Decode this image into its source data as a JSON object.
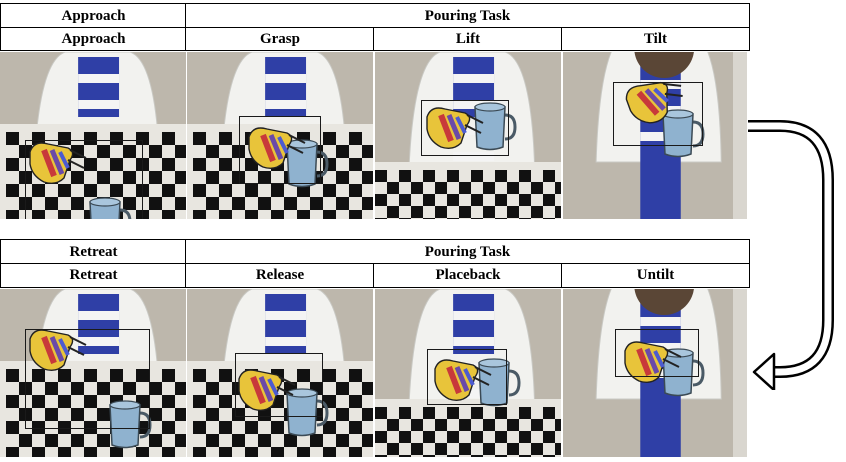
{
  "row1": {
    "group_labels": [
      "Approach",
      "Pouring Task"
    ],
    "phase_labels": [
      "Approach",
      "Grasp",
      "Lift",
      "Tilt"
    ]
  },
  "row2": {
    "group_labels": [
      "Retreat",
      "Pouring Task"
    ],
    "phase_labels": [
      "Retreat",
      "Release",
      "Placeback",
      "Untilt"
    ]
  },
  "colors": {
    "header_border": "#000000",
    "bbox": "#1a1a1a",
    "mug": "#8fb2cf",
    "shirt_stripe": "#2f3fa6",
    "hand_yellow": "#e8c43a",
    "hand_red": "#c8393a",
    "hand_purple": "#6a4aa8",
    "arrow": "#000000"
  },
  "icons": [
    "curved-arrow-icon"
  ]
}
